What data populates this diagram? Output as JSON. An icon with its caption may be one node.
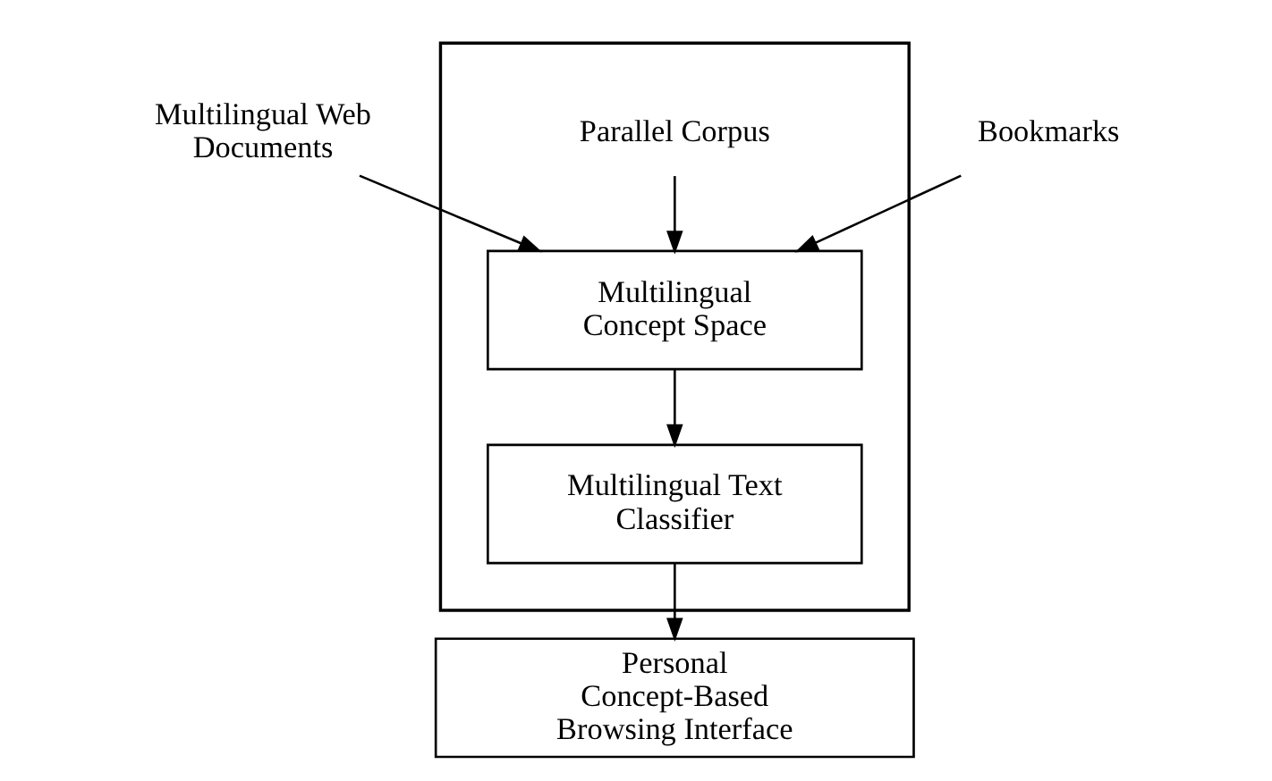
{
  "diagram": {
    "nodes": [
      {
        "text": [],
        "shape": "box"
      },
      {
        "text": [
          "Parallel Corpus"
        ],
        "in": 0
      },
      {
        "text": [
          "Multilingual Concept Space"
        ],
        "in": 0
      },
      {
        "text": [
          "Multilingual Text Classifier"
        ],
        "in": 0
      },
      {
        "text": [
          "Multilingual Web Documents"
        ]
      },
      {
        "text": [
          "Bookmarks"
        ]
      },
      {
        "text": [
          "Personal Concept-Based Browsing Interface"
        ]
      }
    ],
    "edges": [
      {
        "from": 1,
        "to": 2,
        "arrow": "to"
      },
      {
        "from": 4,
        "to": 2,
        "arrow": "to"
      },
      {
        "from": 5,
        "to": 2,
        "arrow": "to"
      },
      {
        "from": 2,
        "to": 3,
        "arrow": "to"
      },
      {
        "from": 3,
        "to": 6,
        "arrow": "to"
      }
    ]
  }
}
